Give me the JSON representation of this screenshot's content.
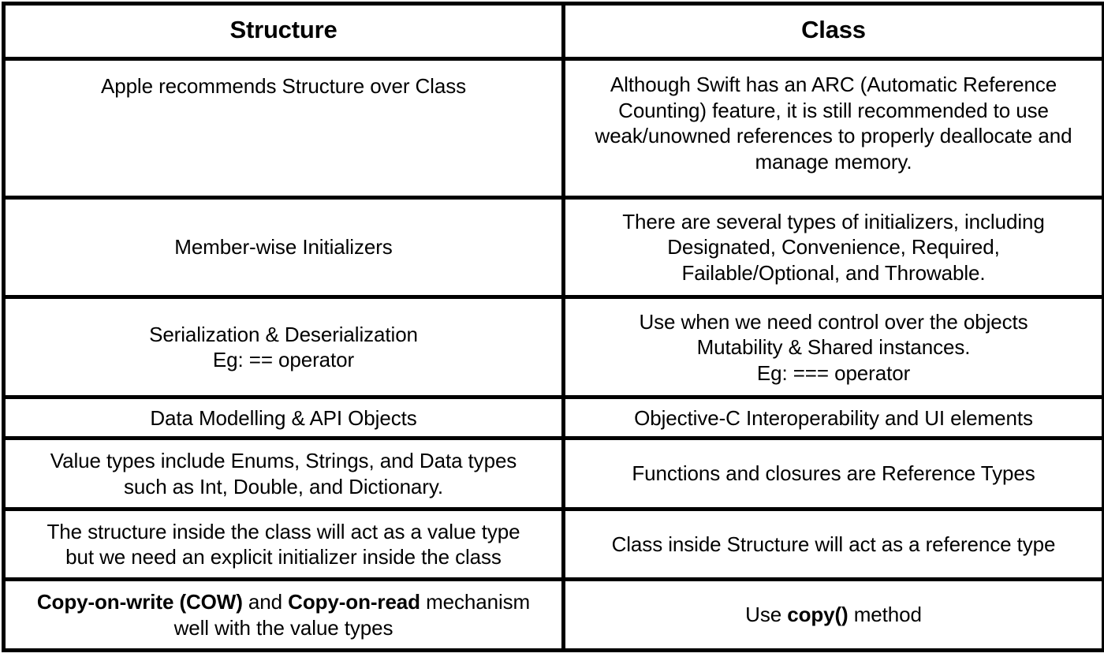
{
  "table": {
    "headers": [
      {
        "label": "Structure"
      },
      {
        "label": "Class"
      }
    ],
    "rows": [
      {
        "structure": "Apple recommends Structure over Class",
        "class": "Although Swift has an ARC (Automatic Reference\nCounting) feature, it is still recommended to use\nweak/unowned references to properly deallocate and\nmanage memory."
      },
      {
        "structure": "Member-wise Initializers",
        "class": "There are several types of initializers, including\nDesignated, Convenience, Required,\nFailable/Optional, and Throwable."
      },
      {
        "structure": "Serialization & Deserialization\nEg: == operator",
        "class": "Use when we need control over the objects\nMutability & Shared instances.\nEg: === operator"
      },
      {
        "structure": "Data Modelling & API Objects",
        "class": "Objective-C Interoperability and UI elements"
      },
      {
        "structure": "Value types include Enums, Strings, and Data types\nsuch as Int, Double, and Dictionary.",
        "class": "Functions and closures are Reference Types"
      },
      {
        "structure": "The structure inside the class will act as a value type\nbut we need an explicit initializer inside the class",
        "class": "Class inside Structure will act as a reference type"
      },
      {
        "structure_rich": [
          {
            "text": "Copy-on-write (COW)",
            "bold": true
          },
          {
            "text": " and ",
            "bold": false
          },
          {
            "text": "Copy-on-read",
            "bold": true
          },
          {
            "text": " mechanism\nwell with the value types",
            "bold": false
          }
        ],
        "class_rich": [
          {
            "text": "Use ",
            "bold": false
          },
          {
            "text": "copy()",
            "bold": true
          },
          {
            "text": " method",
            "bold": false
          }
        ]
      }
    ]
  },
  "style": {
    "border_color": "#000000",
    "background_color": "#ffffff",
    "text_color": "#000000"
  }
}
